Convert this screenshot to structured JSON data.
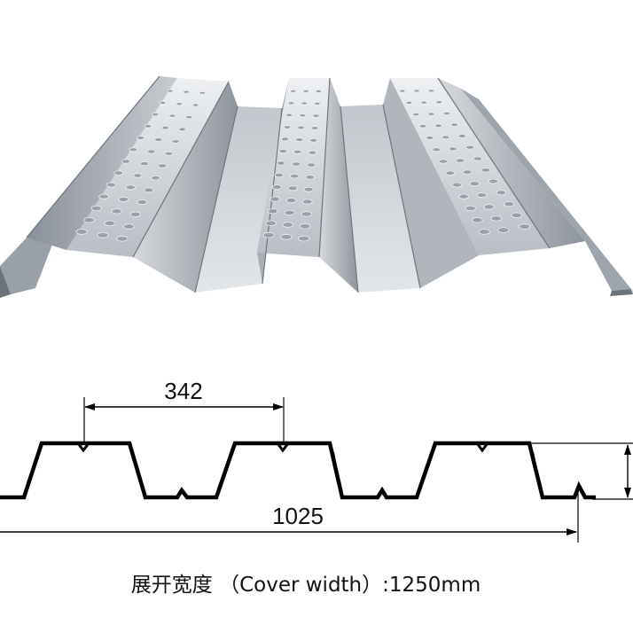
{
  "product_image": {
    "label": "steel floor deck panel rendering",
    "colors": {
      "metal_light": "#dfe2e6",
      "metal_mid": "#b9bec5",
      "metal_dark": "#7f868f",
      "metal_shadow": "#5d636b",
      "emboss": "#9aa1aa"
    }
  },
  "profile": {
    "line_color": "#000000",
    "dimension_color": "#000000"
  },
  "dimensions": {
    "rib_spacing": "342",
    "total_width": "1025"
  },
  "caption": {
    "name_cn": "展开宽度",
    "cover_label": "（Cover width）",
    "value": ":1250mm"
  }
}
